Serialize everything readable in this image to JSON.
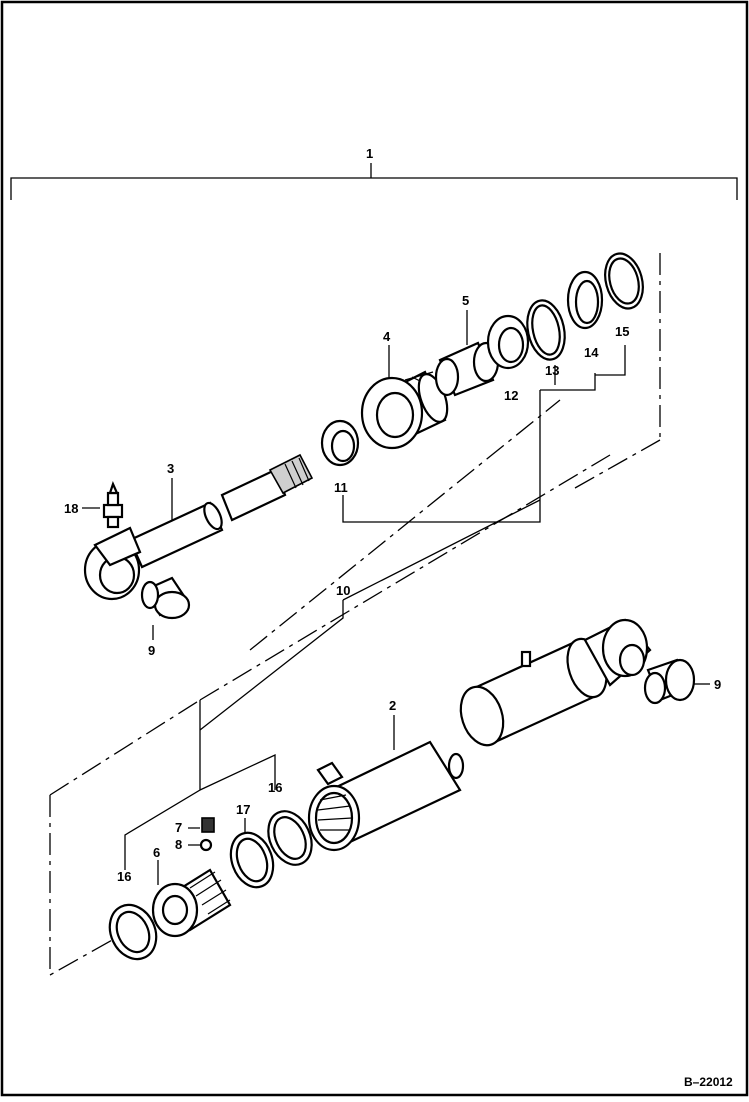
{
  "drawing_id": "B–22012",
  "callouts": {
    "c1": "1",
    "c2": "2",
    "c3": "3",
    "c4": "4",
    "c5": "5",
    "c6": "6",
    "c7": "7",
    "c8": "8",
    "c9a": "9",
    "c9b": "9",
    "c10": "10",
    "c11": "11",
    "c12": "12",
    "c13": "13",
    "c14": "14",
    "c15": "15",
    "c16a": "16",
    "c16b": "16",
    "c17": "17",
    "c18": "18"
  }
}
